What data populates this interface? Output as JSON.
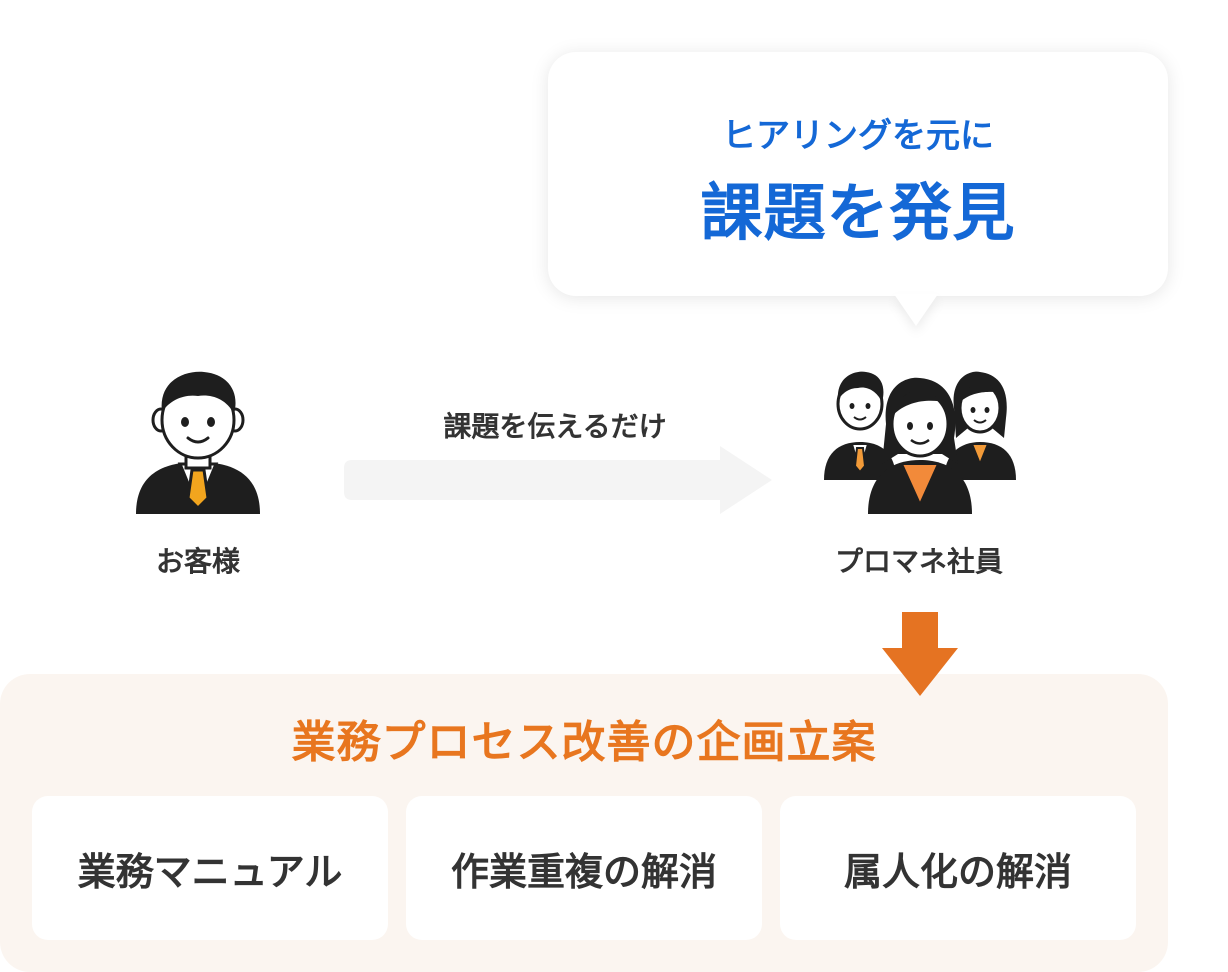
{
  "bubble": {
    "subtitle": "ヒアリングを元に",
    "title": "課題を発見"
  },
  "customer": {
    "label": "お客様",
    "icon": "businessman-icon"
  },
  "flow": {
    "label": "課題を伝えるだけ",
    "icon": "right-arrow-icon"
  },
  "staff": {
    "label": "プロマネ社員",
    "icon": "team-icon"
  },
  "down_arrow": {
    "icon": "down-arrow-icon",
    "color": "#e57322"
  },
  "plan": {
    "title": "業務プロセス改善の企画立案",
    "items": [
      {
        "label": "業務マニュアル"
      },
      {
        "label": "作業重複の解消"
      },
      {
        "label": "属人化の解消"
      }
    ]
  },
  "colors": {
    "accent_blue": "#1468d6",
    "accent_orange": "#e8761f",
    "panel_bg": "#fbf5f0",
    "text": "#333333"
  }
}
